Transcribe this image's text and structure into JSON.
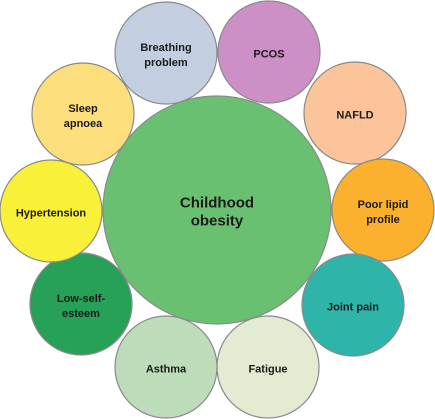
{
  "center": {
    "lines": [
      "Childhood",
      "obesity"
    ],
    "color": "#6ac071"
  },
  "nodes": [
    {
      "id": "breathing-problem",
      "lines": [
        "Breathing",
        "problem"
      ],
      "color": "#c3cfe1",
      "text_color": "#1a1a1a"
    },
    {
      "id": "pcos",
      "lines": [
        "PCOS"
      ],
      "color": "#cc8fc6",
      "text_color": "#1a1a1a"
    },
    {
      "id": "nafld",
      "lines": [
        "NAFLD"
      ],
      "color": "#fcc49a",
      "text_color": "#1a1a1a"
    },
    {
      "id": "poor-lipid-profile",
      "lines": [
        "Poor lipid",
        "profile"
      ],
      "color": "#fbb02e",
      "text_color": "#1a1a1a"
    },
    {
      "id": "joint-pain",
      "lines": [
        "Joint pain"
      ],
      "color": "#2eb4a8",
      "text_color": "#ffffff"
    },
    {
      "id": "fatigue",
      "lines": [
        "Fatigue"
      ],
      "color": "#e4ebd3",
      "text_color": "#1a1a1a"
    },
    {
      "id": "asthma",
      "lines": [
        "Asthma"
      ],
      "color": "#bcdcba",
      "text_color": "#1a1a1a"
    },
    {
      "id": "low-self-esteem",
      "lines": [
        "Low-self-",
        "esteem"
      ],
      "color": "#27a157",
      "text_color": "#1a1a1a"
    },
    {
      "id": "hypertension",
      "lines": [
        "Hypertension"
      ],
      "color": "#f9f039",
      "text_color": "#1a1a1a"
    },
    {
      "id": "sleep-apnoea",
      "lines": [
        "Sleep",
        "apnoea"
      ],
      "color": "#fdde7d",
      "text_color": "#1a1a1a"
    }
  ]
}
